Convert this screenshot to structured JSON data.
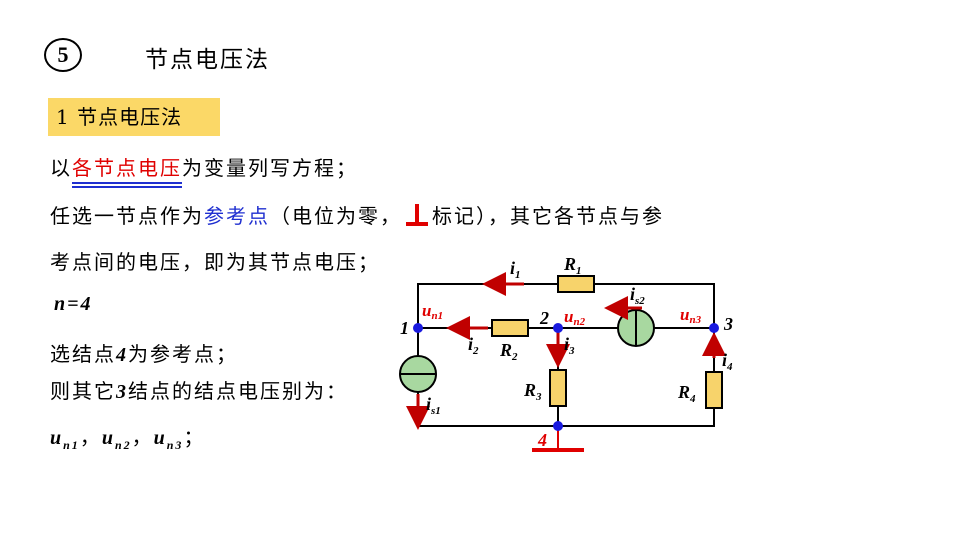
{
  "section": {
    "number": "5",
    "title": "节点电压法"
  },
  "subsection": {
    "label": "1 节点电压法"
  },
  "lines": {
    "l1_pre": "以",
    "l1_red": "各节点电压",
    "l1_post": "为变量列写方程；",
    "l2_pre": "任选一节点作为",
    "l2_blue": "参考点",
    "l2_mid": "（电位为零，",
    "l2_post": "标记），其它各节点与参",
    "l3": "考点间的电压，即为其节点电压；",
    "n_count": "n=4",
    "l5_pre": "选结点",
    "l5_num": "4",
    "l5_post": "为参考点；",
    "l6_pre": "则其它",
    "l6_num": "3",
    "l6_post": "结点的结点电压别为：",
    "sep1": "，",
    "sep2": "，",
    "end": "；"
  },
  "circuit": {
    "node_labels": [
      "1",
      "2",
      "3",
      "4"
    ],
    "node_voltages": {
      "u1": "u",
      "u1_sub": "n1",
      "u2": "u",
      "u2_sub": "n2",
      "u3": "u",
      "u3_sub": "n3"
    },
    "resistors": {
      "r1": "R",
      "r1_sub": "1",
      "r2": "R",
      "r2_sub": "2",
      "r3": "R",
      "r3_sub": "3",
      "r4": "R",
      "r4_sub": "4"
    },
    "currents": {
      "i1": "i",
      "i1_sub": "1",
      "i2": "i",
      "i2_sub": "2",
      "i3": "i",
      "i3_sub": "3",
      "i4": "i",
      "i4_sub": "4",
      "is1": "i",
      "is1_sub": "s1",
      "is2": "i",
      "is2_sub": "s2"
    },
    "colors": {
      "wire": "#000000",
      "node": "#1a1adf",
      "arrow": "#c00000",
      "resistor": "#f7d36b",
      "source": "#a8d8a0"
    }
  }
}
